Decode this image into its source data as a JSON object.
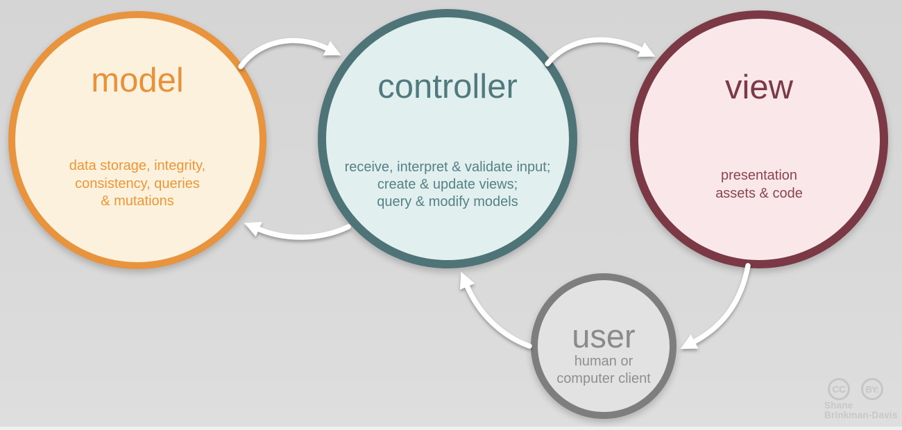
{
  "diagram_title": "model-view-controller flow diagram",
  "background": {
    "color_top": "#d5d5d5",
    "color_bottom": "#dedede"
  },
  "nodes": {
    "model": {
      "title": "model",
      "desc_lines": [
        "data storage, integrity,",
        "consistency, queries",
        "& mutations"
      ],
      "border_color": "#e8943e",
      "fill_color": "#fbf1dc",
      "text_color": "#e8913b"
    },
    "controller": {
      "title": "controller",
      "desc_lines": [
        "receive, interpret & validate input;",
        "create & update views;",
        "query & modify models"
      ],
      "border_color": "#4e7478",
      "fill_color": "#e1f0ee",
      "text_color": "#507a7e"
    },
    "view": {
      "title": "view",
      "desc_lines": [
        "presentation",
        "assets & code"
      ],
      "border_color": "#7a3944",
      "fill_color": "#f9e7ea",
      "text_color": "#8a4550"
    },
    "user": {
      "title": "user",
      "desc_lines": [
        "human or",
        "computer client"
      ],
      "border_color": "#7e7e7e",
      "fill_color": "#e2e2e2",
      "text_color": "#8f8f8f"
    }
  },
  "arrows": {
    "color": "#ffffff",
    "items": [
      {
        "from": "model",
        "to": "controller"
      },
      {
        "from": "controller",
        "to": "view"
      },
      {
        "from": "controller",
        "to": "model"
      },
      {
        "from": "view",
        "to": "user"
      },
      {
        "from": "user",
        "to": "controller"
      }
    ]
  },
  "attribution": {
    "cc_badge": "CC",
    "by_badge": "BY:",
    "author_line1": "Shane",
    "author_line2": "Brinkman-Davis",
    "color": "#c8c8c8"
  }
}
